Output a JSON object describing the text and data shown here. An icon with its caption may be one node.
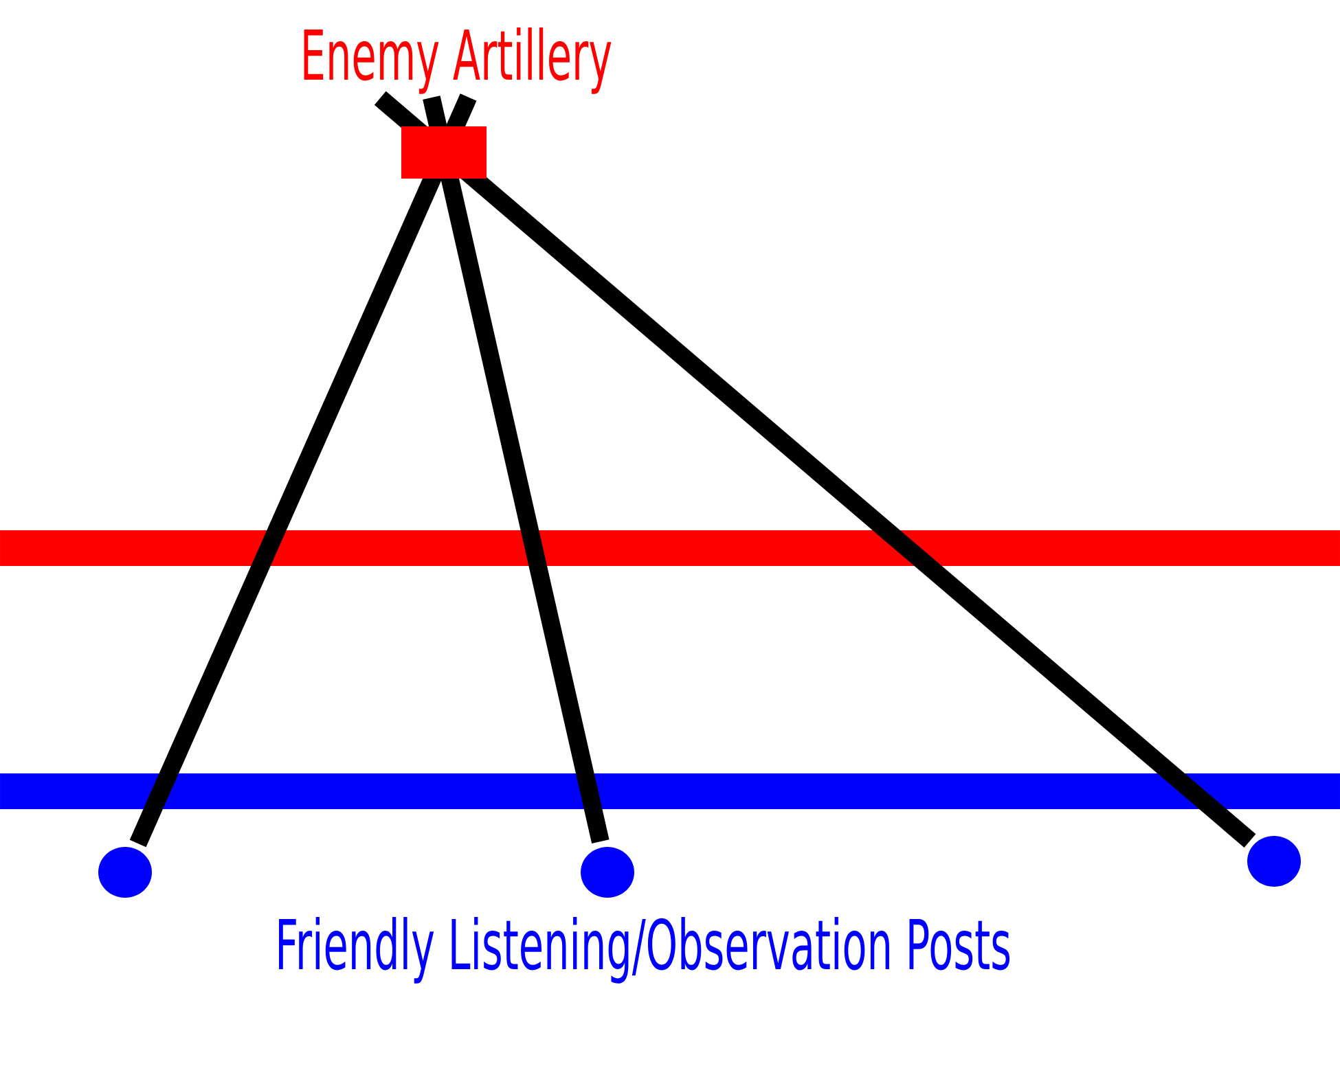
{
  "diagram": {
    "nodes": [
      {
        "text": [
          "Enemy Artillery"
        ]
      },
      {
        "text": [],
        "shape": "circle"
      },
      {
        "text": [],
        "shape": "circle"
      },
      {
        "text": [],
        "shape": "circle"
      }
    ],
    "edges": [
      {
        "from": 1,
        "to": 0,
        "arrow": "none"
      },
      {
        "from": 2,
        "to": 0,
        "arrow": "none"
      },
      {
        "from": 3,
        "to": 0,
        "arrow": "none"
      }
    ],
    "labels": [
      "Friendly Listening/Observation Posts"
    ]
  }
}
